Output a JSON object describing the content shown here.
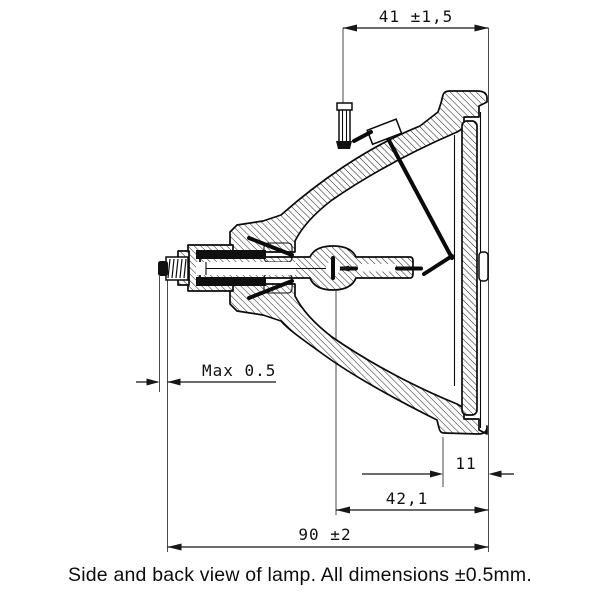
{
  "drawing": {
    "dimensions": {
      "front_depth": {
        "label": "41 ±1,5"
      },
      "stud_clearance": {
        "label": "Max 0.5"
      },
      "lens_depth": {
        "label": "11"
      },
      "face_to_center": {
        "label": "42,1"
      },
      "overall_length": {
        "label": "90 ±2"
      }
    },
    "caption": "Side and back view of lamp. All dimensions ±0.5mm.",
    "colors": {
      "background": "#ffffff",
      "line": "#0b0b0b",
      "dimension_line": "#4a4a4a"
    }
  }
}
